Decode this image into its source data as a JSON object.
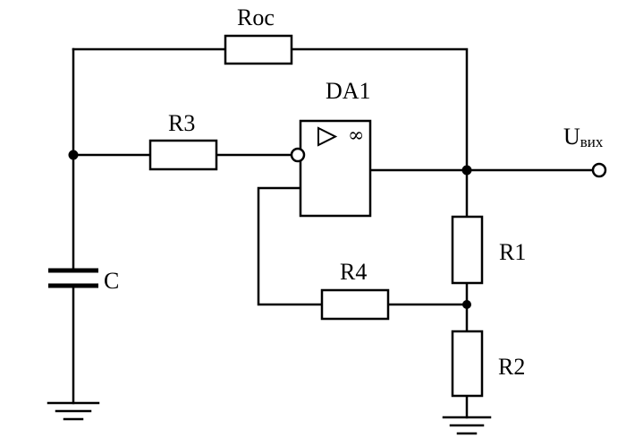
{
  "labels": {
    "roc": "Roc",
    "da1": "DA1",
    "r3": "R3",
    "r4": "R4",
    "r1": "R1",
    "r2": "R2",
    "c": "C",
    "out_main": "U",
    "out_sub": "вих",
    "infinity": "∞"
  }
}
